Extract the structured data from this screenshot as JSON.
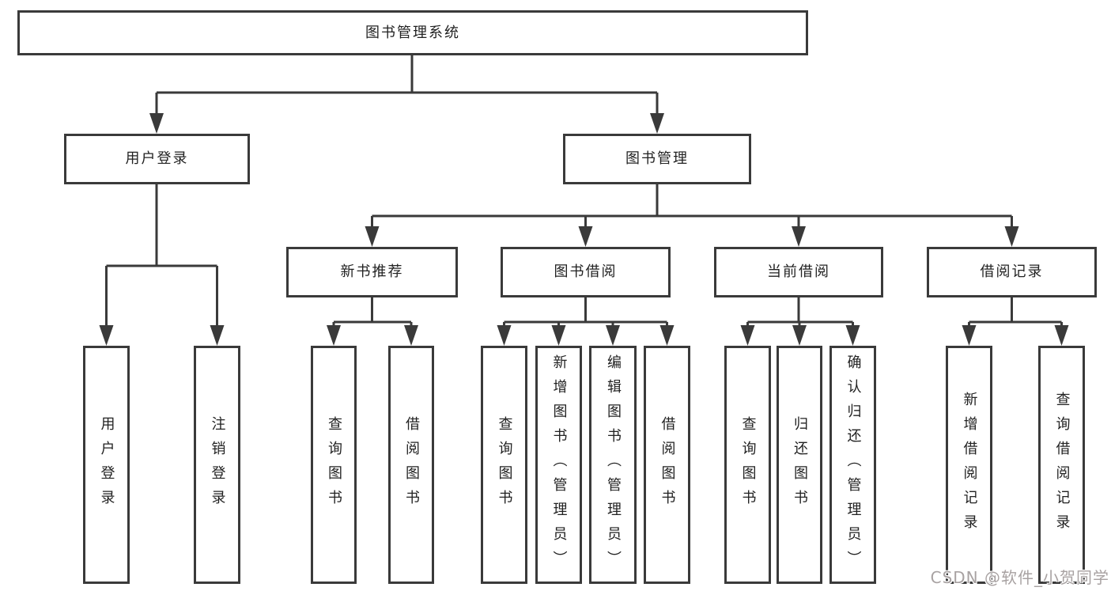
{
  "tree": {
    "label": "图书管理系统",
    "children": [
      {
        "label": "用户登录",
        "children": [
          {
            "label": "用户登录"
          },
          {
            "label": "注销登录"
          }
        ]
      },
      {
        "label": "图书管理",
        "children": [
          {
            "label": "新书推荐",
            "children": [
              {
                "label": "查询图书"
              },
              {
                "label": "借阅图书"
              }
            ]
          },
          {
            "label": "图书借阅",
            "children": [
              {
                "label": "查询图书"
              },
              {
                "label": "新增图书（管理员）"
              },
              {
                "label": "编辑图书（管理员）"
              },
              {
                "label": "借阅图书"
              }
            ]
          },
          {
            "label": "当前借阅",
            "children": [
              {
                "label": "查询图书"
              },
              {
                "label": "归还图书"
              },
              {
                "label": "确认归还（管理员）"
              }
            ]
          },
          {
            "label": "借阅记录",
            "children": [
              {
                "label": "新增借阅记录"
              },
              {
                "label": "查询借阅记录"
              }
            ]
          }
        ]
      }
    ]
  },
  "watermark": {
    "text": "CSDN @软件_小贺同学",
    "color": "#a8a2a2"
  },
  "colors": {
    "line": "#3a3a3a",
    "box_border": "#3a3a3a",
    "text": "#222222",
    "background": "#ffffff"
  }
}
